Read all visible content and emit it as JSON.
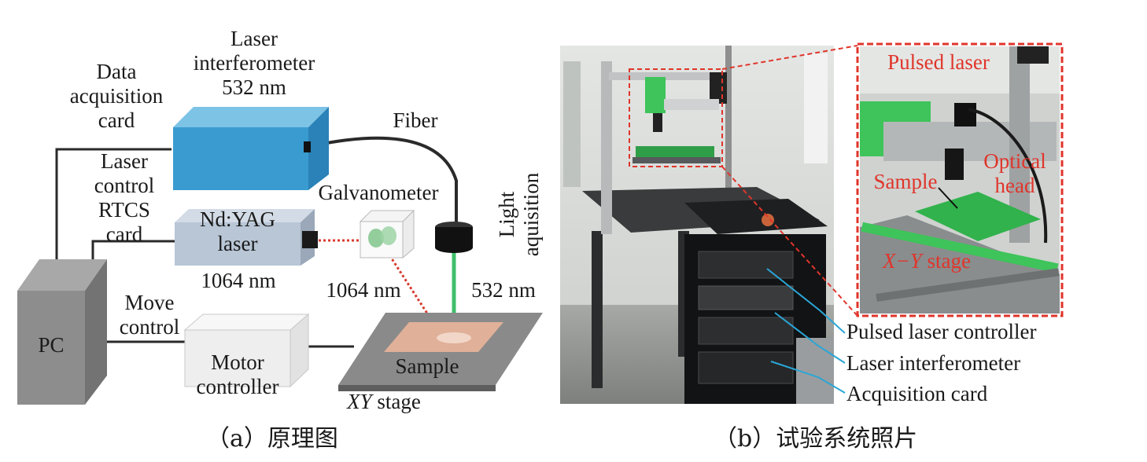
{
  "panel_a": {
    "caption": "（a）原理图",
    "labels": {
      "laser_interferometer": [
        "Laser",
        "interferometer",
        "532 nm"
      ],
      "data_acquisition": [
        "Data",
        "acquisition",
        "card"
      ],
      "fiber": "Fiber",
      "laser_control": [
        "Laser",
        "control",
        "RTCS",
        "card"
      ],
      "galvanometer": "Galvanometer",
      "light_aquisition": [
        "Light",
        "aquisition"
      ],
      "ndyag": [
        "Nd:YAG",
        "laser"
      ],
      "ndyag_wavelength": "1064 nm",
      "beam_1064": "1064 nm",
      "beam_532": "532 nm",
      "pc": "PC",
      "move_control": [
        "Move",
        "control"
      ],
      "motor_controller": [
        "Motor",
        "controller"
      ],
      "sample": "Sample",
      "xy_stage_italic": "XY",
      "xy_stage_rest": " stage"
    },
    "colors": {
      "interferometer": "#3a9bd0",
      "ndyag": "#b8c6d6",
      "pc": "#8d8d8d",
      "motor": "#eeeeee",
      "stage": "#8a8a8a",
      "sample": "#e9b49a",
      "beam_red": "#d83a2e",
      "beam_green": "#3fbf6a",
      "galvo_green": "#7fc48a"
    }
  },
  "panel_b": {
    "caption": "（b）试验系统照片",
    "inset_labels": {
      "pulsed_laser": "Pulsed laser",
      "optical_head": [
        "Optical",
        "head"
      ],
      "sample": "Sample",
      "xy_stage_italic": "X−Y",
      "xy_stage_rest": " stage"
    },
    "callouts": [
      "Pulsed laser controller",
      "Laser interferometer",
      "Acquisition card"
    ],
    "colors": {
      "callout_line": "#2ba6d6",
      "dashed_frame": "#e0352b",
      "green_parts": "#3ec45a"
    }
  }
}
